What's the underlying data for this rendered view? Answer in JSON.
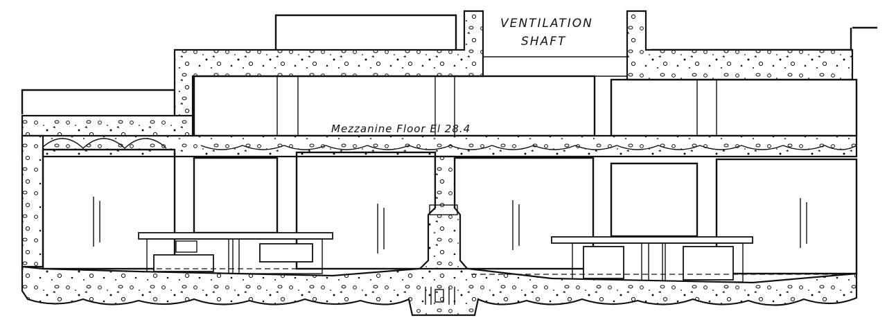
{
  "labels": {
    "ventilation": "VENTILATION",
    "shaft": "SHAFT",
    "mezzanine": "Mezzanine Floor El 28.4"
  },
  "colors": {
    "ink": "#111111",
    "paper": "#ffffff"
  }
}
